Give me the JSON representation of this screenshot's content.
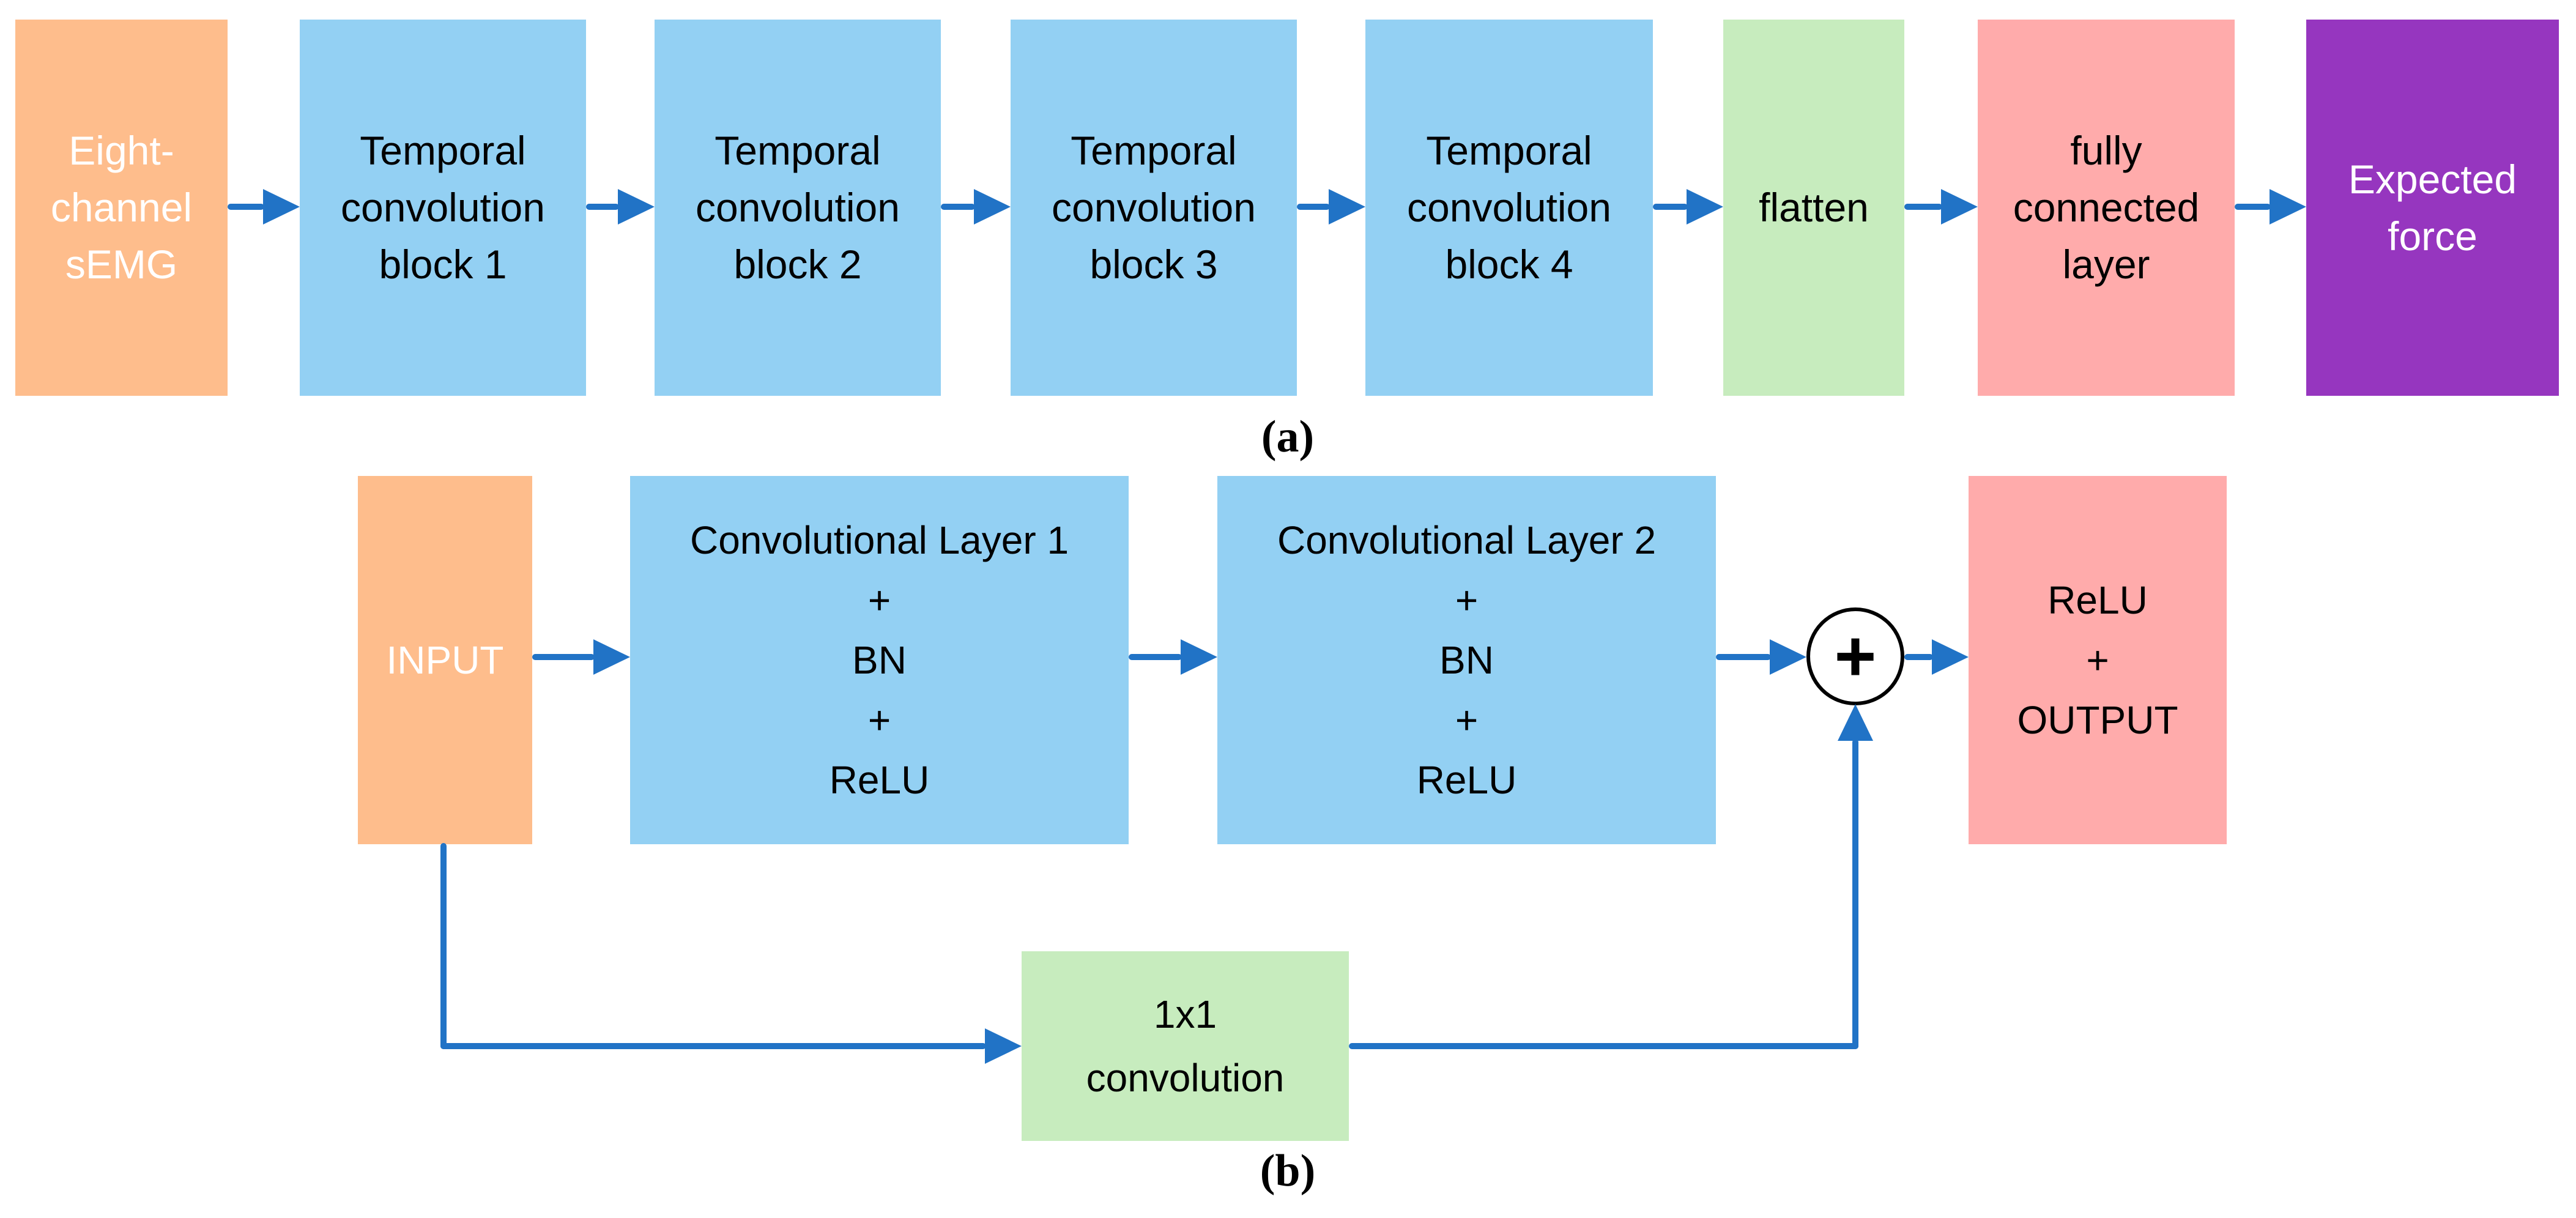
{
  "figure": {
    "description": "Two-panel neural network architecture diagram",
    "colors": {
      "input_orange": "#FEBD8C",
      "conv_blue": "#93D0F3",
      "green": "#C7ECBE",
      "pink": "#FFABAB",
      "output_purple": "#9636BF",
      "arrow_blue": "#2173C6",
      "sum_node_border": "#000000",
      "text_dark": "#000000",
      "text_light": "#FFFFFF"
    }
  },
  "panel_a": {
    "label": "(a)",
    "blocks": [
      {
        "name": "eight-channel-semg",
        "lines": [
          "Eight-",
          "channel",
          "sEMG"
        ]
      },
      {
        "name": "temporal-convolution-block-1",
        "lines": [
          "Temporal",
          "convolution",
          "block 1"
        ]
      },
      {
        "name": "temporal-convolution-block-2",
        "lines": [
          "Temporal",
          "convolution",
          "block 2"
        ]
      },
      {
        "name": "temporal-convolution-block-3",
        "lines": [
          "Temporal",
          "convolution",
          "block 3"
        ]
      },
      {
        "name": "temporal-convolution-block-4",
        "lines": [
          "Temporal",
          "convolution",
          "block 4"
        ]
      },
      {
        "name": "flatten",
        "lines": [
          "flatten"
        ]
      },
      {
        "name": "fully-connected-layer",
        "lines": [
          "fully",
          "connected",
          "layer"
        ]
      },
      {
        "name": "expected-force",
        "lines": [
          "Expected",
          "force"
        ]
      }
    ]
  },
  "panel_b": {
    "label": "(b)",
    "input": {
      "lines": [
        "INPUT"
      ]
    },
    "conv1": {
      "lines": [
        "Convolutional Layer 1",
        "+",
        "BN",
        "+",
        "ReLU"
      ]
    },
    "conv2": {
      "lines": [
        "Convolutional Layer 2",
        "+",
        "BN",
        "+",
        "ReLU"
      ]
    },
    "sum": {
      "symbol": "+"
    },
    "output": {
      "lines": [
        "ReLU",
        "+",
        "OUTPUT"
      ]
    },
    "shortcut": {
      "lines": [
        "1x1",
        "convolution"
      ]
    }
  }
}
